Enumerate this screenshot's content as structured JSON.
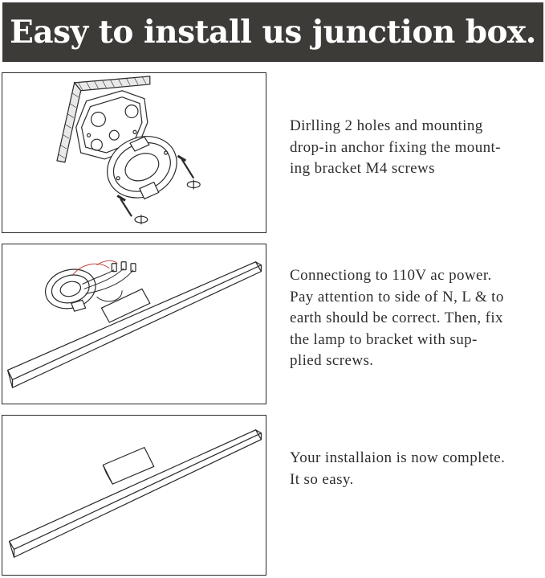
{
  "header": {
    "title": "Easy to install us junction box."
  },
  "steps": [
    {
      "text": "Dirlling 2 holes and mounting\ndrop-in anchor fixing the mount-\ning bracket M4 screws"
    },
    {
      "text": "Connectiong to 110V ac power.\nPay attention to side of N, L & to\nearth should be correct. Then, fix\nthe lamp to bracket with sup-\nplied screws."
    },
    {
      "text": "Your installaion is now complete.\nIt so easy."
    }
  ],
  "colors": {
    "banner_bg": "#3d3b37",
    "banner_text": "#ffffff",
    "body_text": "#2e2e2e",
    "line": "#2a2a2a",
    "wire_red": "#c0392b"
  }
}
